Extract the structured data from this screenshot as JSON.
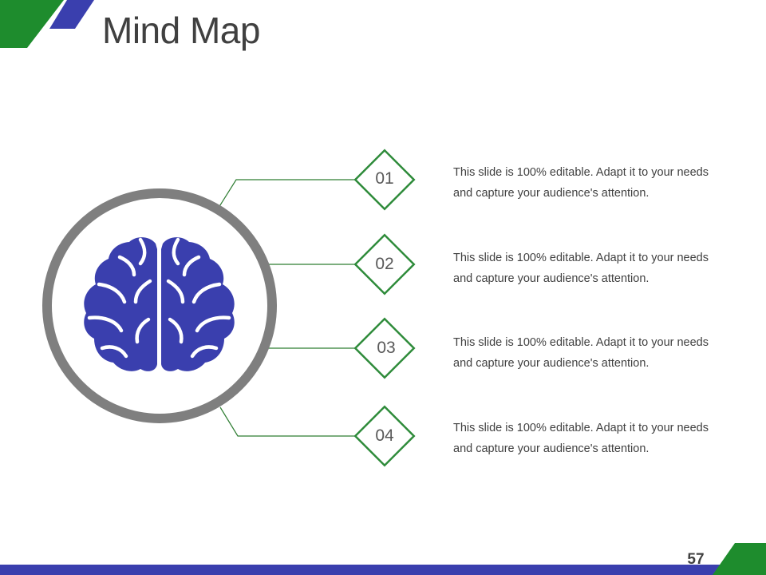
{
  "title": "Mind Map",
  "page_number": "57",
  "colors": {
    "green": "#1E8C2D",
    "blue": "#3A3FAE",
    "ring": "#7F7F7F",
    "line": "#2E7D32"
  },
  "icon": "brain-icon",
  "items": [
    {
      "number": "01",
      "text_line1": "This slide is 100% editable. Adapt it to your needs",
      "text_line2": "and capture your audience's attention."
    },
    {
      "number": "02",
      "text_line1": "This slide is 100% editable. Adapt it to your needs",
      "text_line2": "and capture your audience's attention."
    },
    {
      "number": "03",
      "text_line1": "This slide is 100% editable. Adapt it to your needs",
      "text_line2": "and capture your audience's attention."
    },
    {
      "number": "04",
      "text_line1": "This slide is 100% editable. Adapt it to your needs",
      "text_line2": "and capture your audience's attention."
    }
  ]
}
